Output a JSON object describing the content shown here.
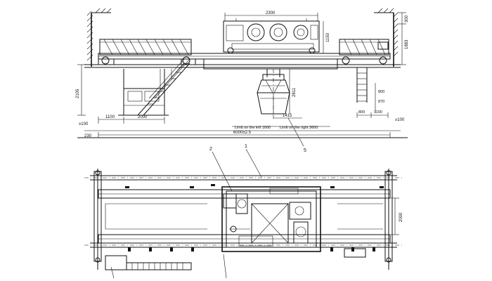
{
  "dimensions": {
    "span_top": "2300",
    "height_1150": "1150",
    "height_1883": "1883",
    "right_300": "300",
    "left_2105": "2105",
    "left_1100": "1100",
    "left_2000": "2000",
    "center_2811": "2811",
    "center_1415": "1415",
    "right_800_a": "800",
    "right_870": "870",
    "right_800_b": "800",
    "right_1100": "1100",
    "left_100": "≥100",
    "right_100": "≥100",
    "left_230": "230",
    "overall_width": "6000±2.5",
    "plan_width": "2000"
  },
  "notes": {
    "limit_left": "Limit on the left 1600",
    "limit_right": "Limit on the right 3600"
  },
  "callouts": {
    "c1": "1",
    "c2": "2",
    "c5": "5"
  }
}
